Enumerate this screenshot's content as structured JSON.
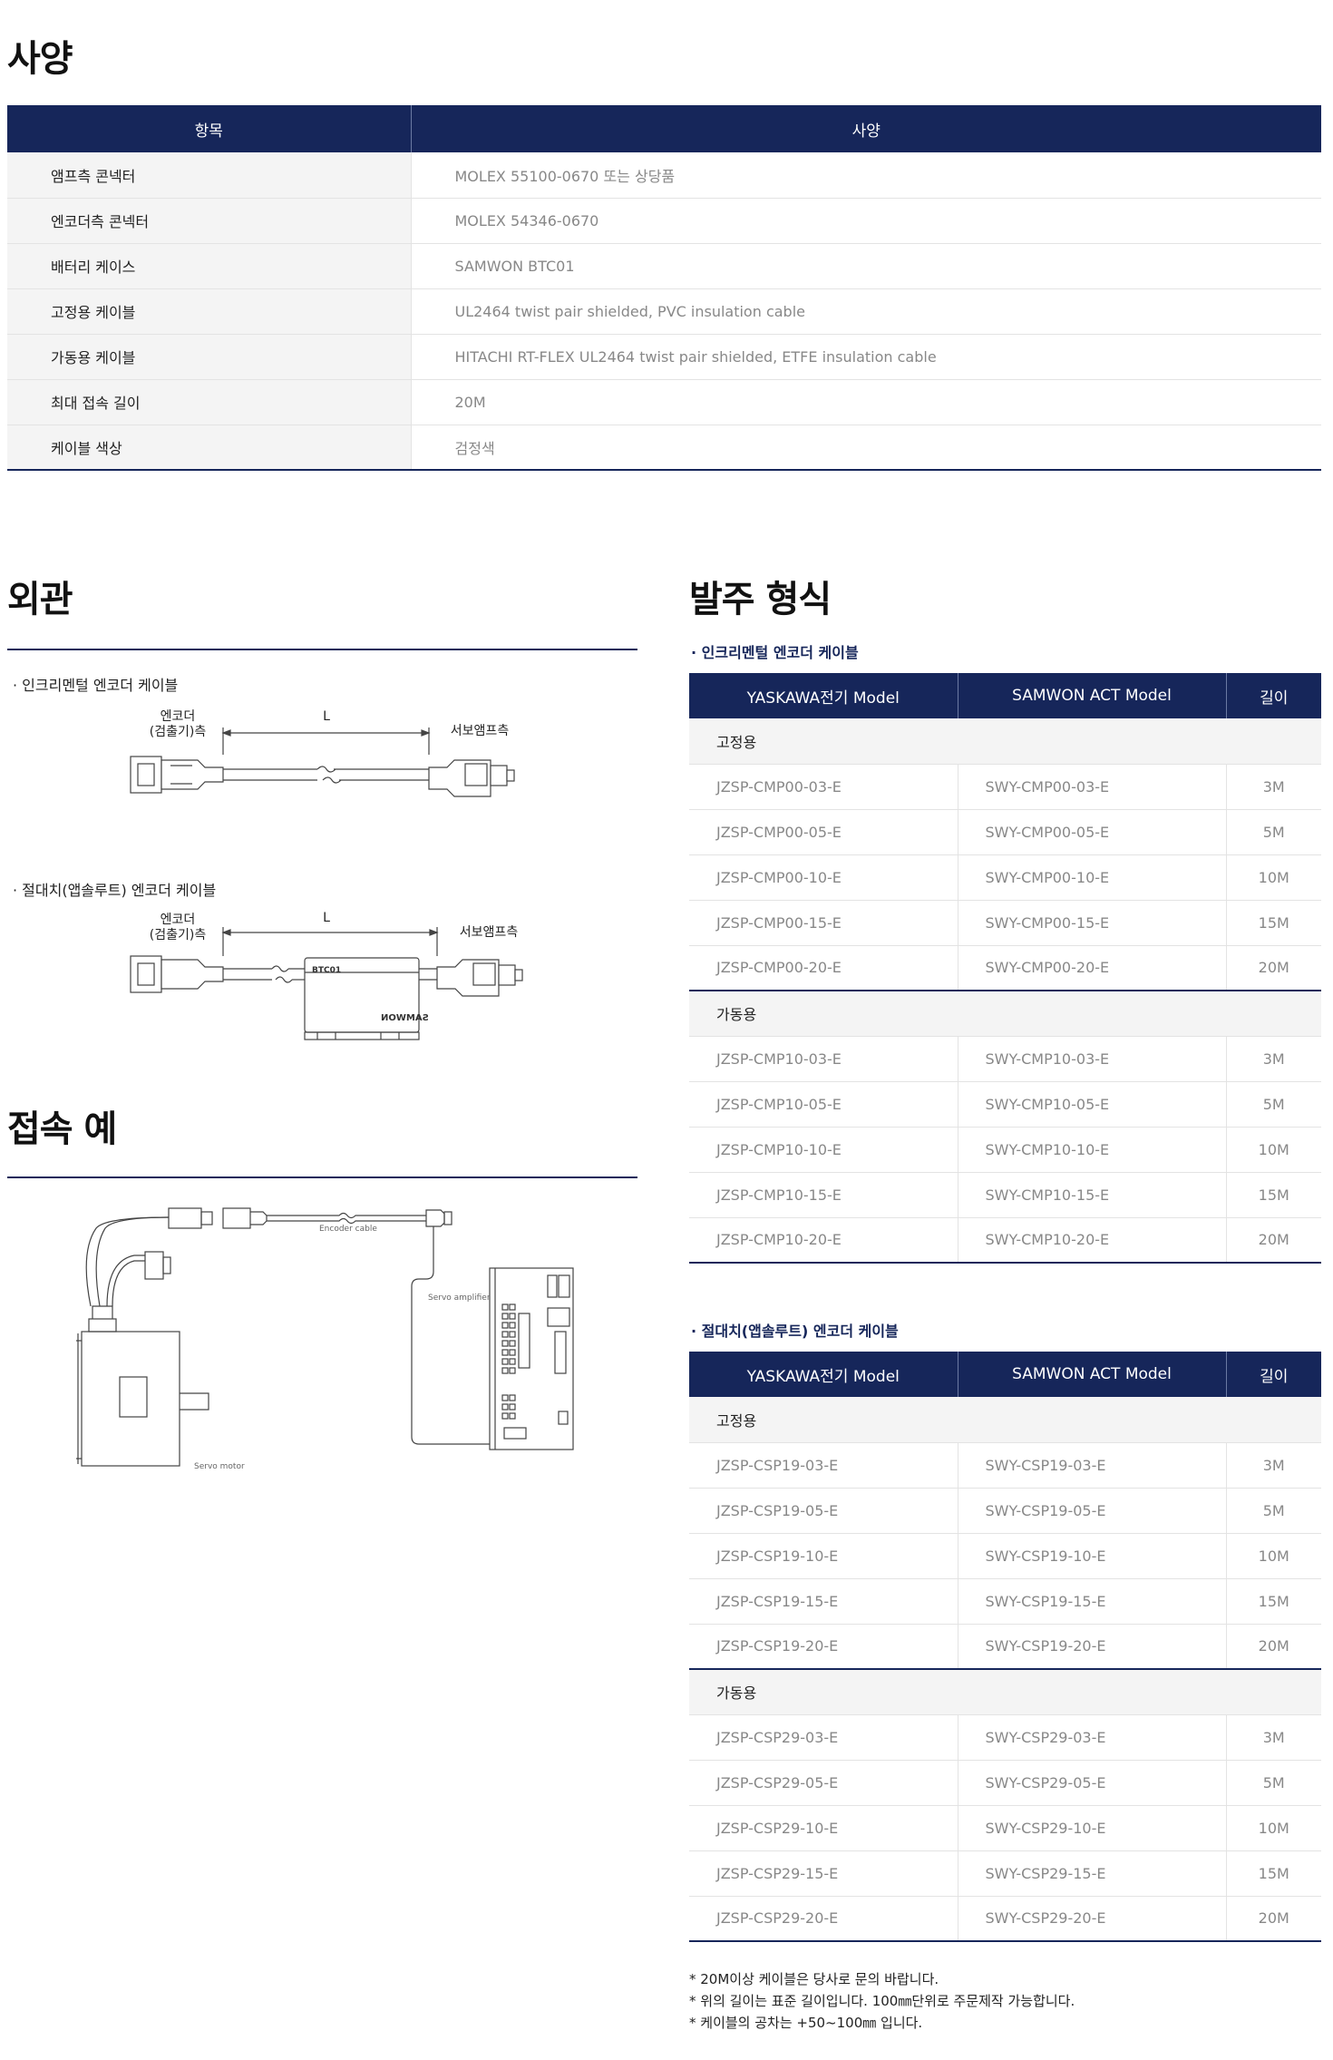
{
  "spec": {
    "title": "사양",
    "headers": [
      "항목",
      "사양"
    ],
    "rows": [
      {
        "k": "앰프측 콘넥터",
        "v": "MOLEX 55100-0670 또는 상당품"
      },
      {
        "k": "엔코더측 콘넥터",
        "v": "MOLEX 54346-0670"
      },
      {
        "k": "배터리 케이스",
        "v": "SAMWON BTC01"
      },
      {
        "k": "고정용 케이블",
        "v": "UL2464 twist pair shielded, PVC insulation cable"
      },
      {
        "k": "가동용 케이블",
        "v": "HITACHI RT-FLEX UL2464 twist pair shielded, ETFE insulation cable"
      },
      {
        "k": "최대 접속 길이",
        "v": "20M"
      },
      {
        "k": "케이블 색상",
        "v": "검정색"
      }
    ]
  },
  "appearance": {
    "title": "외관",
    "incremental_label": "· 인크리멘털 엔코더 케이블",
    "absolute_label": "· 절대치(앱솔루트) 엔코더 케이블",
    "encoder_side_1": "엔코더",
    "encoder_side_2": "(검출기)측",
    "length_mark": "L",
    "amp_side": "서보앰프측",
    "battery_text": "BTC01",
    "battery_logo": "SAMWON"
  },
  "connection": {
    "title": "접속 예",
    "encoder_cable": "Encoder cable",
    "servo_amplifier": "Servo amplifier",
    "servo_motor": "Servo motor"
  },
  "order": {
    "title": "발주 형식",
    "headers": [
      "YASKAWA전기 Model",
      "SAMWON ACT Model",
      "길이"
    ],
    "incremental": {
      "label": "· 인크리멘털 엔코더 케이블",
      "groups": [
        {
          "name": "고정용",
          "rows": [
            [
              "JZSP-CMP00-03-E",
              "SWY-CMP00-03-E",
              "3M"
            ],
            [
              "JZSP-CMP00-05-E",
              "SWY-CMP00-05-E",
              "5M"
            ],
            [
              "JZSP-CMP00-10-E",
              "SWY-CMP00-10-E",
              "10M"
            ],
            [
              "JZSP-CMP00-15-E",
              "SWY-CMP00-15-E",
              "15M"
            ],
            [
              "JZSP-CMP00-20-E",
              "SWY-CMP00-20-E",
              "20M"
            ]
          ]
        },
        {
          "name": "가동용",
          "rows": [
            [
              "JZSP-CMP10-03-E",
              "SWY-CMP10-03-E",
              "3M"
            ],
            [
              "JZSP-CMP10-05-E",
              "SWY-CMP10-05-E",
              "5M"
            ],
            [
              "JZSP-CMP10-10-E",
              "SWY-CMP10-10-E",
              "10M"
            ],
            [
              "JZSP-CMP10-15-E",
              "SWY-CMP10-15-E",
              "15M"
            ],
            [
              "JZSP-CMP10-20-E",
              "SWY-CMP10-20-E",
              "20M"
            ]
          ]
        }
      ]
    },
    "absolute": {
      "label": "· 절대치(앱솔루트) 엔코더 케이블",
      "groups": [
        {
          "name": "고정용",
          "rows": [
            [
              "JZSP-CSP19-03-E",
              "SWY-CSP19-03-E",
              "3M"
            ],
            [
              "JZSP-CSP19-05-E",
              "SWY-CSP19-05-E",
              "5M"
            ],
            [
              "JZSP-CSP19-10-E",
              "SWY-CSP19-10-E",
              "10M"
            ],
            [
              "JZSP-CSP19-15-E",
              "SWY-CSP19-15-E",
              "15M"
            ],
            [
              "JZSP-CSP19-20-E",
              "SWY-CSP19-20-E",
              "20M"
            ]
          ]
        },
        {
          "name": "가동용",
          "rows": [
            [
              "JZSP-CSP29-03-E",
              "SWY-CSP29-03-E",
              "3M"
            ],
            [
              "JZSP-CSP29-05-E",
              "SWY-CSP29-05-E",
              "5M"
            ],
            [
              "JZSP-CSP29-10-E",
              "SWY-CSP29-10-E",
              "10M"
            ],
            [
              "JZSP-CSP29-15-E",
              "SWY-CSP29-15-E",
              "15M"
            ],
            [
              "JZSP-CSP29-20-E",
              "SWY-CSP29-20-E",
              "20M"
            ]
          ]
        }
      ]
    },
    "notes": [
      "* 20M이상 케이블은 당사로 문의 바랍니다.",
      "* 위의 길이는 표준 길이입니다. 100㎜단위로 주문제작 가능합니다.",
      "* 케이블의 공차는 +50~100㎜ 입니다."
    ]
  },
  "colors": {
    "navy": "#16265a",
    "row_bg": "#f4f4f4",
    "muted_text": "#888888"
  }
}
